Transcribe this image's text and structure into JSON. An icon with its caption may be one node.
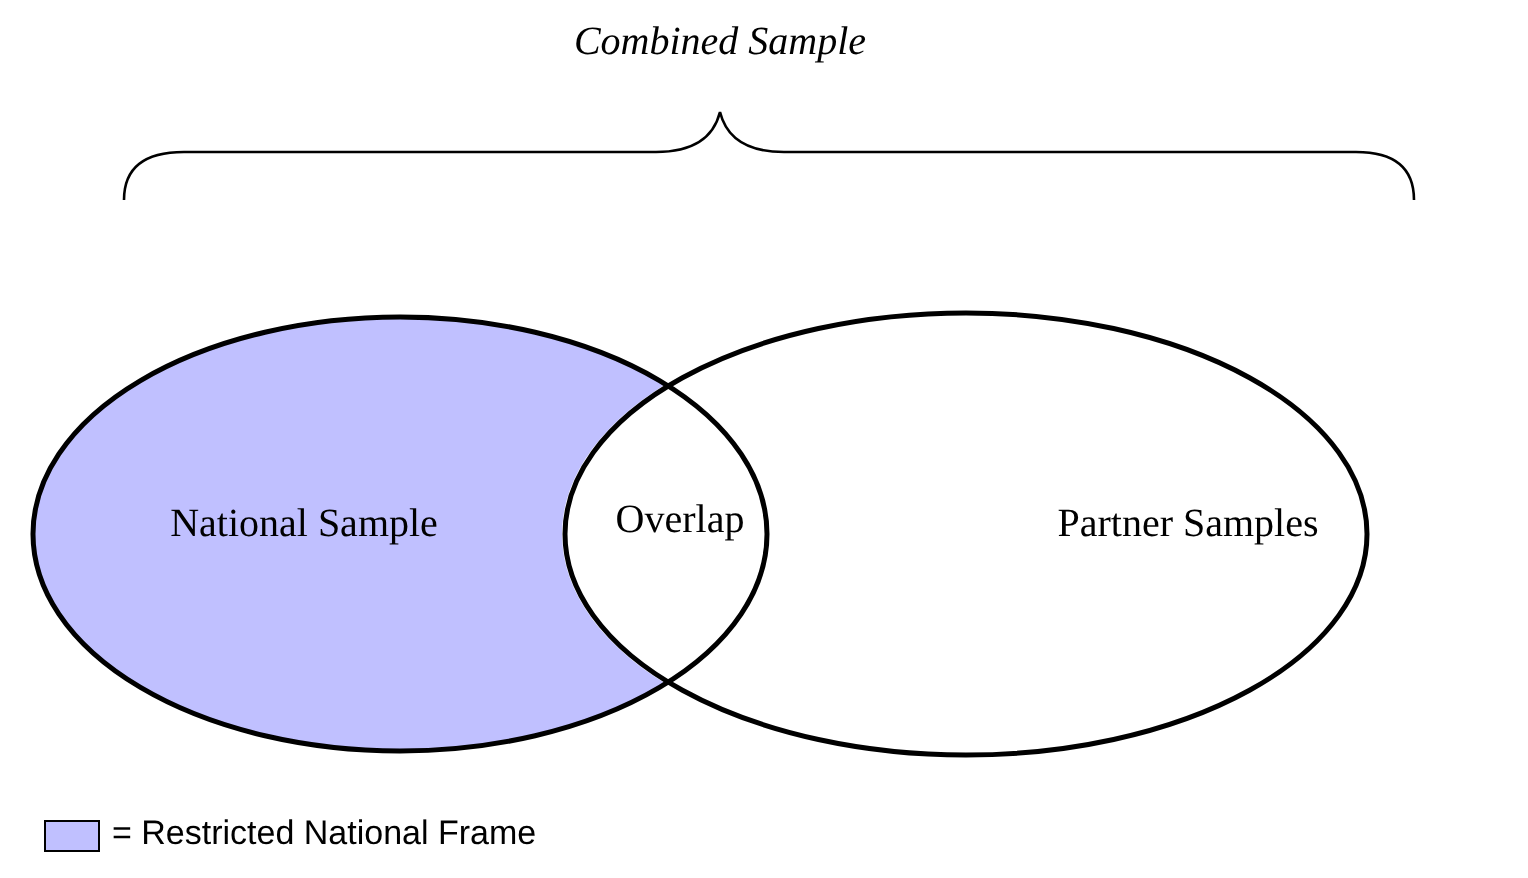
{
  "diagram": {
    "nodes": [
      {
        "text": [
          "National Sample"
        ]
      },
      {
        "text": [
          "Partner Samples"
        ]
      },
      {
        "text": [
          "Overlap"
        ]
      }
    ],
    "edges": [],
    "labels": [
      "Combined Sample"
    ],
    "legend": [
      {
        "text": "= Restricted National Frame",
        "color": "#c0c0ff"
      }
    ]
  }
}
